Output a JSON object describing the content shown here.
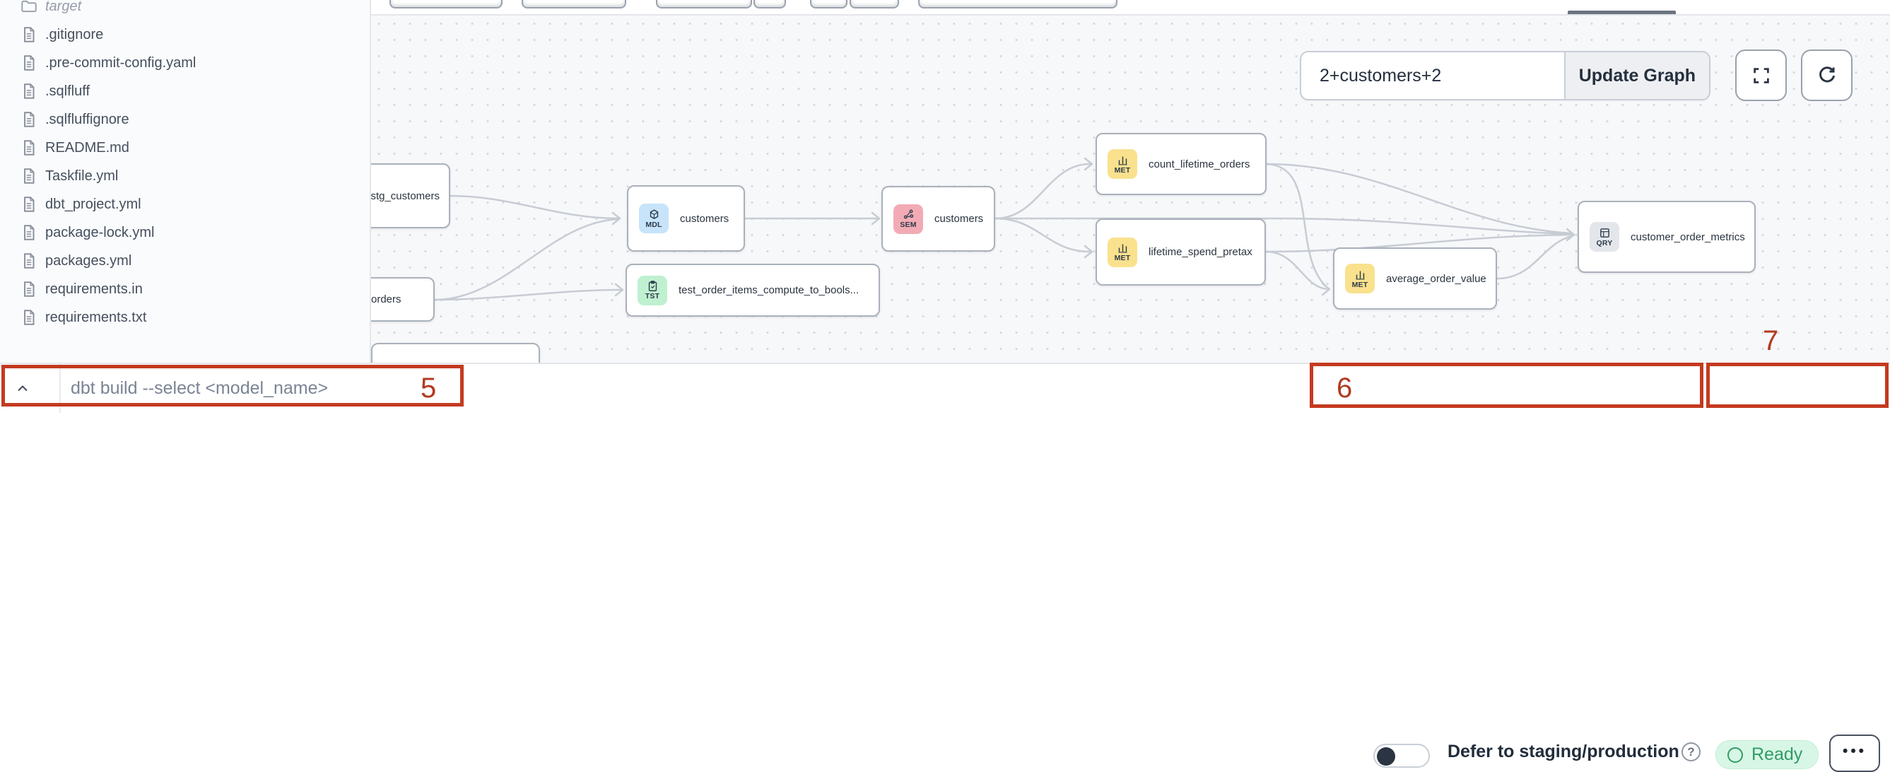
{
  "sidebar": {
    "items": [
      {
        "name": "target",
        "kind": "folder"
      },
      {
        "name": ".gitignore",
        "kind": "file"
      },
      {
        "name": ".pre-commit-config.yaml",
        "kind": "file"
      },
      {
        "name": ".sqlfluff",
        "kind": "file"
      },
      {
        "name": ".sqlfluffignore",
        "kind": "file"
      },
      {
        "name": "README.md",
        "kind": "file"
      },
      {
        "name": "Taskfile.yml",
        "kind": "file"
      },
      {
        "name": "dbt_project.yml",
        "kind": "file"
      },
      {
        "name": "package-lock.yml",
        "kind": "file"
      },
      {
        "name": "packages.yml",
        "kind": "file"
      },
      {
        "name": "requirements.in",
        "kind": "file"
      },
      {
        "name": "requirements.txt",
        "kind": "file"
      }
    ]
  },
  "graph": {
    "controls": {
      "selector_value": "2+customers+2",
      "update_button_label": "Update Graph",
      "fullscreen_icon": "fullscreen-brackets",
      "refresh_icon": "circular-arrow"
    },
    "nodes": [
      {
        "label": "stg_customers",
        "badge": ""
      },
      {
        "label": "orders",
        "badge": ""
      },
      {
        "label": "customers",
        "badge": "MDL"
      },
      {
        "label": "test_order_items_compute_to_bools...",
        "badge": "TST"
      },
      {
        "label": "customers",
        "badge": "SEM"
      },
      {
        "label": "count_lifetime_orders",
        "badge": "MET"
      },
      {
        "label": "lifetime_spend_pretax",
        "badge": "MET"
      },
      {
        "label": "average_order_value",
        "badge": "MET"
      },
      {
        "label": "customer_order_metrics",
        "badge": "QRY"
      }
    ]
  },
  "bottom_bar": {
    "command_placeholder": "dbt build --select <model_name>",
    "defer_label": "Defer to staging/production",
    "help_glyph": "?",
    "status_label": "Ready",
    "menu_label": "•••"
  },
  "annotations": {
    "five": "5",
    "six": "6",
    "seven": "7"
  },
  "colors": {
    "annotation_red": "#c43a20",
    "status_green": "#2f9c68",
    "status_green_bg": "#d8f6e5",
    "badge_mdl_bg": "#c7e4fa",
    "badge_tst_bg": "#bff0d0",
    "badge_sem_bg": "#f2abb4",
    "badge_met_bg": "#f9e18d",
    "badge_qry_bg": "#e3e6ea",
    "canvas_bg": "#f7f8fa",
    "edge_gray": "#c7ccd4"
  }
}
